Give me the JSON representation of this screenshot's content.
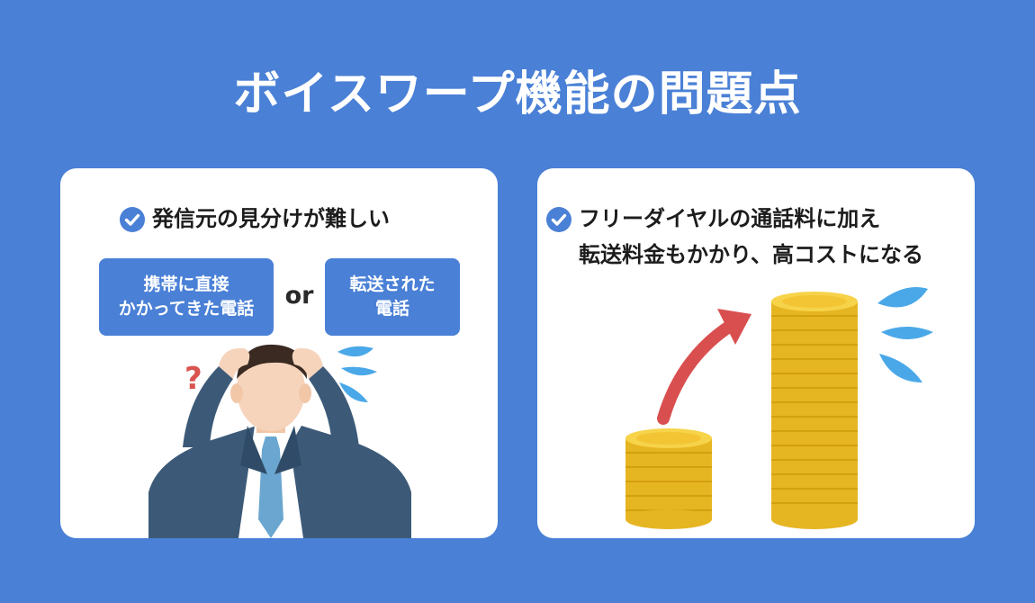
{
  "title": "ボイスワープ機能の問題点",
  "left_panel": {
    "heading": "発信元の見分けが難しい",
    "tag_a_line1": "携帯に直接",
    "tag_a_line2": "かかってきた電話",
    "or_text": "or",
    "tag_b_line1": "転送された",
    "tag_b_line2": "電話",
    "question_mark": "?",
    "icons": [
      "check-circle-icon",
      "confused-businessman-illustration",
      "sweat-drops-icon",
      "question-mark-icon"
    ]
  },
  "right_panel": {
    "heading_line1": "フリーダイヤルの通話料に加え",
    "heading_line2": "転送料金もかかり、高コストになる",
    "icons": [
      "check-circle-icon",
      "coin-stack-small-icon",
      "coin-stack-tall-icon",
      "rising-arrow-icon",
      "sweat-drops-icon"
    ]
  },
  "colors": {
    "background": "#4a80d6",
    "panel": "#ffffff",
    "tag": "#4a80d6",
    "arrow": "#d94f4f",
    "coin": "#f3c534",
    "drops": "#4aa8e8",
    "suit": "#3c5a78"
  }
}
